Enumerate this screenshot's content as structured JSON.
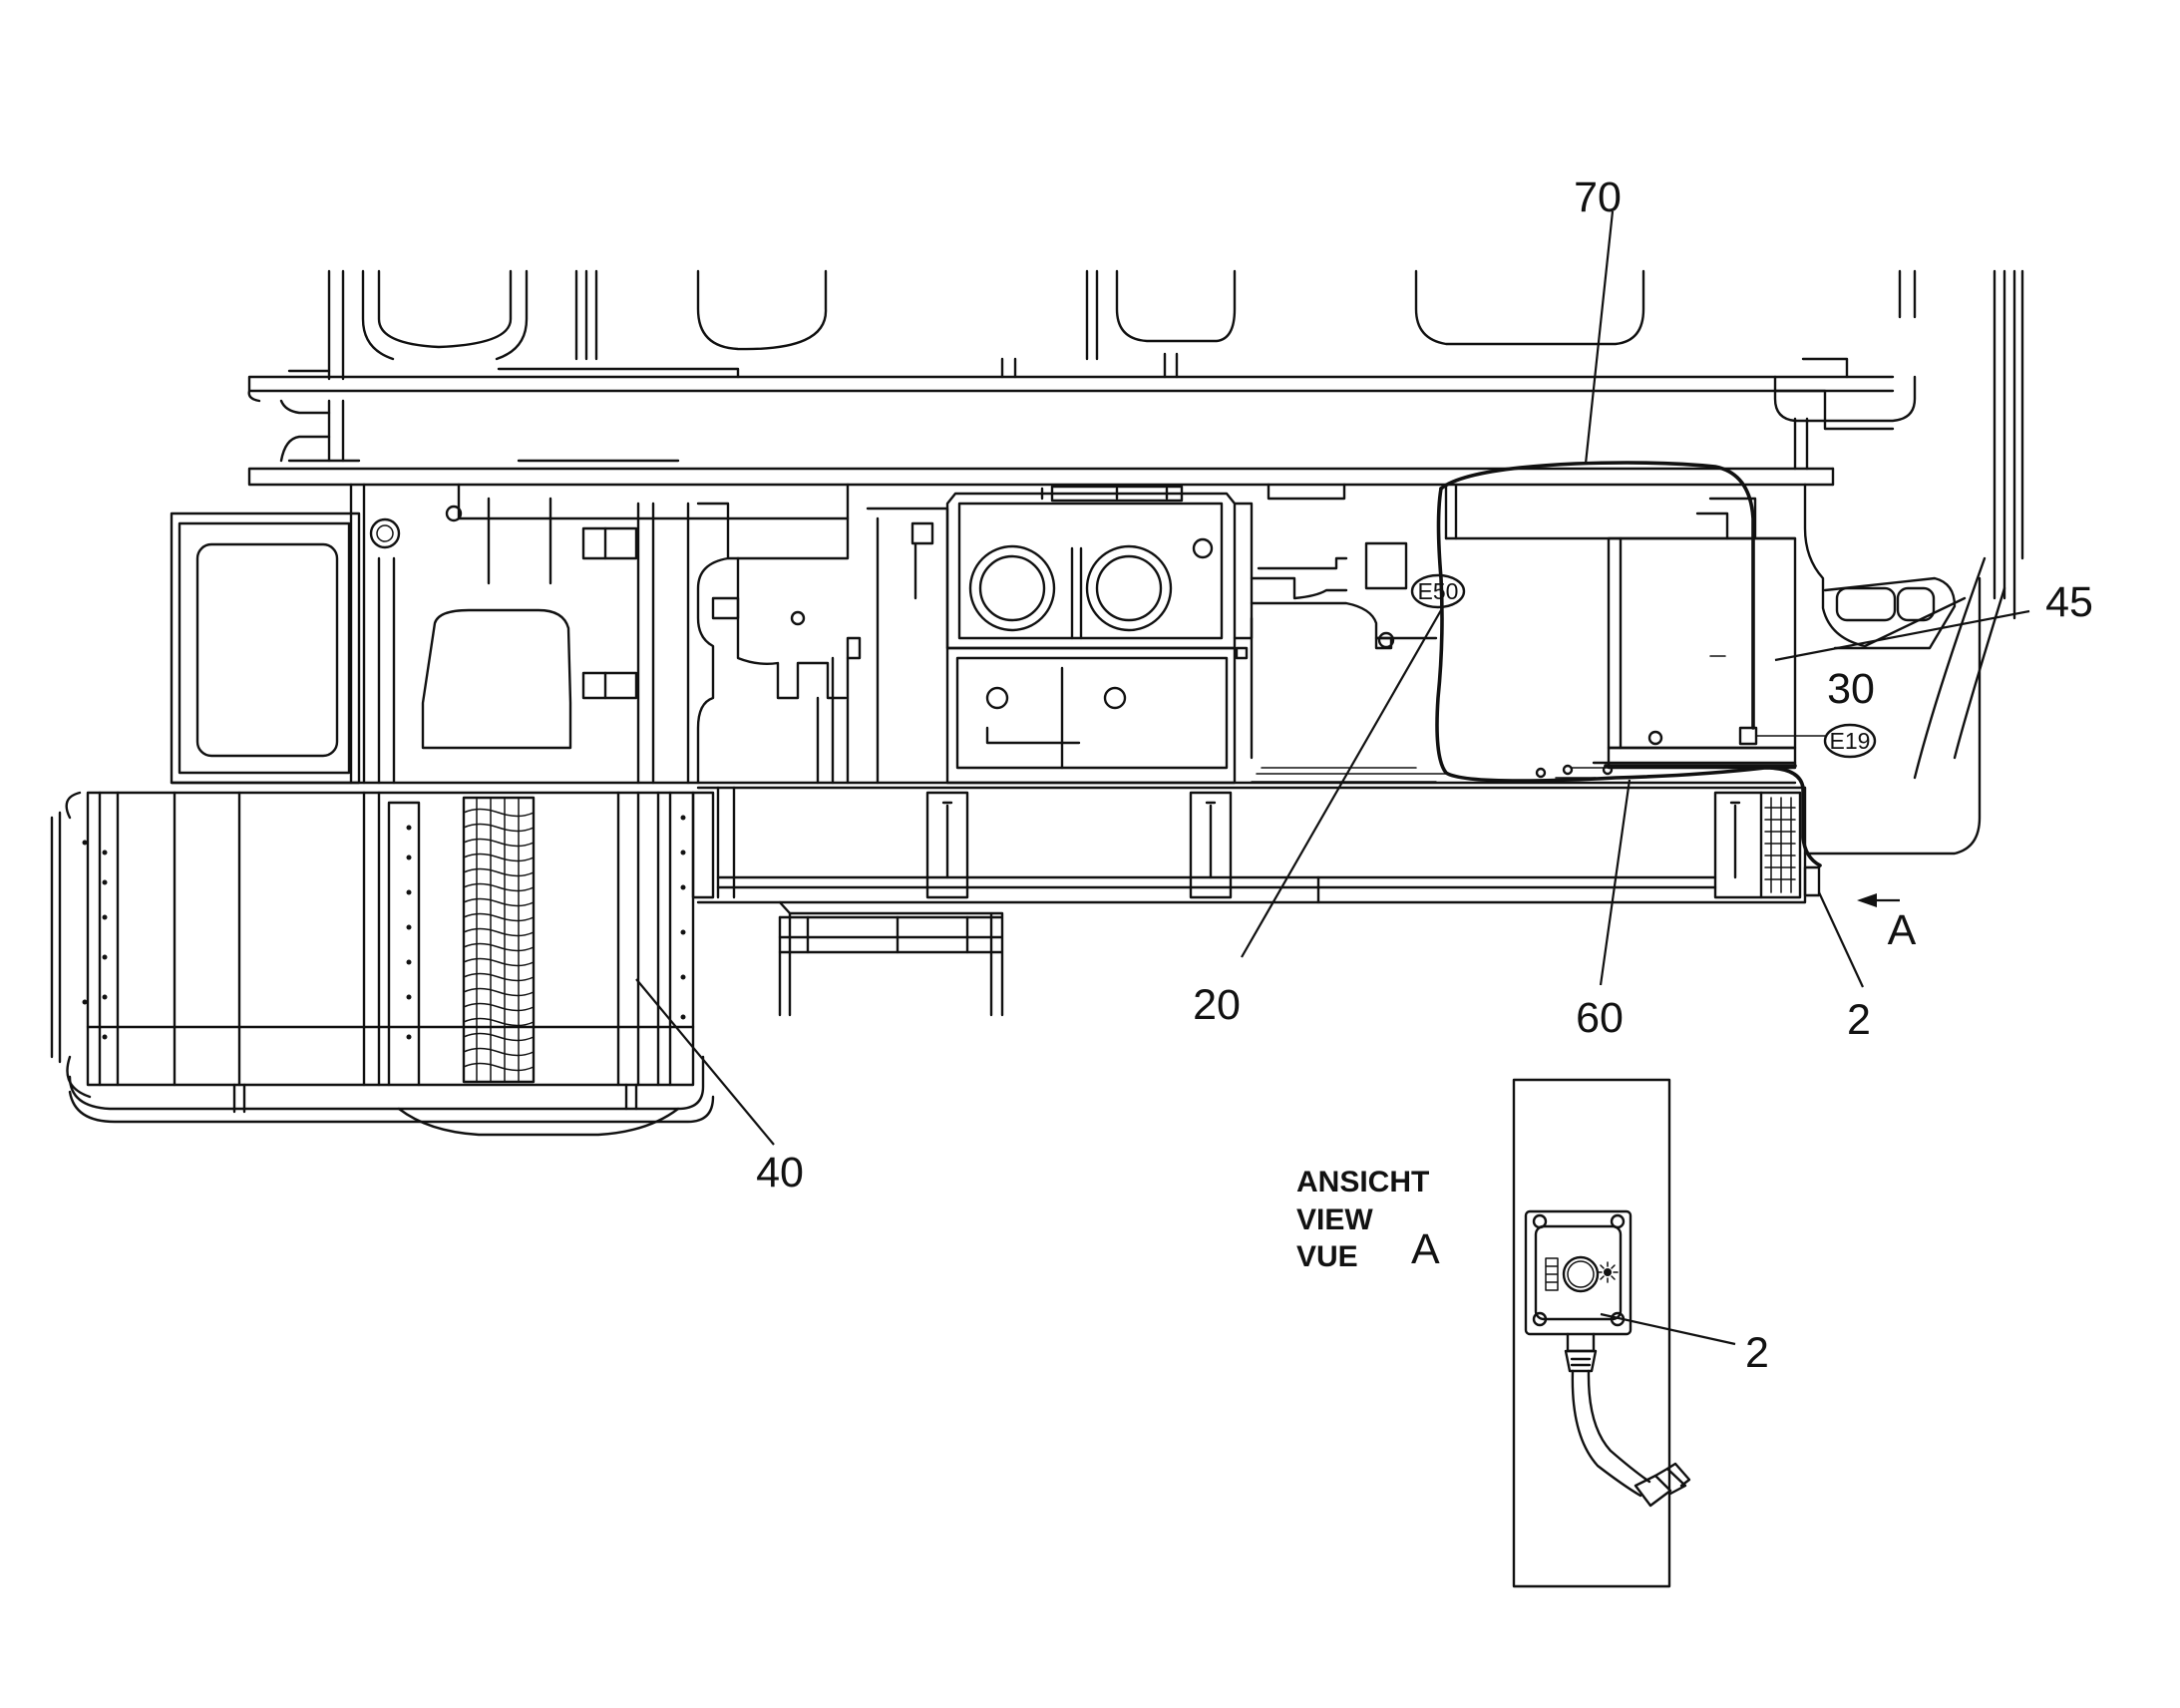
{
  "callouts": {
    "c70": "70",
    "c45": "45",
    "c30": "30",
    "c20": "20",
    "c60": "60",
    "c2_main": "2",
    "c40": "40",
    "c2_detail": "2"
  },
  "view_marker": {
    "letter": "A"
  },
  "connector_tags": {
    "e50": "E50",
    "e19": "E19"
  },
  "detail_view": {
    "title_de": "ANSICHT",
    "title_en": "VIEW",
    "title_fr": "VUE",
    "letter": "A"
  }
}
